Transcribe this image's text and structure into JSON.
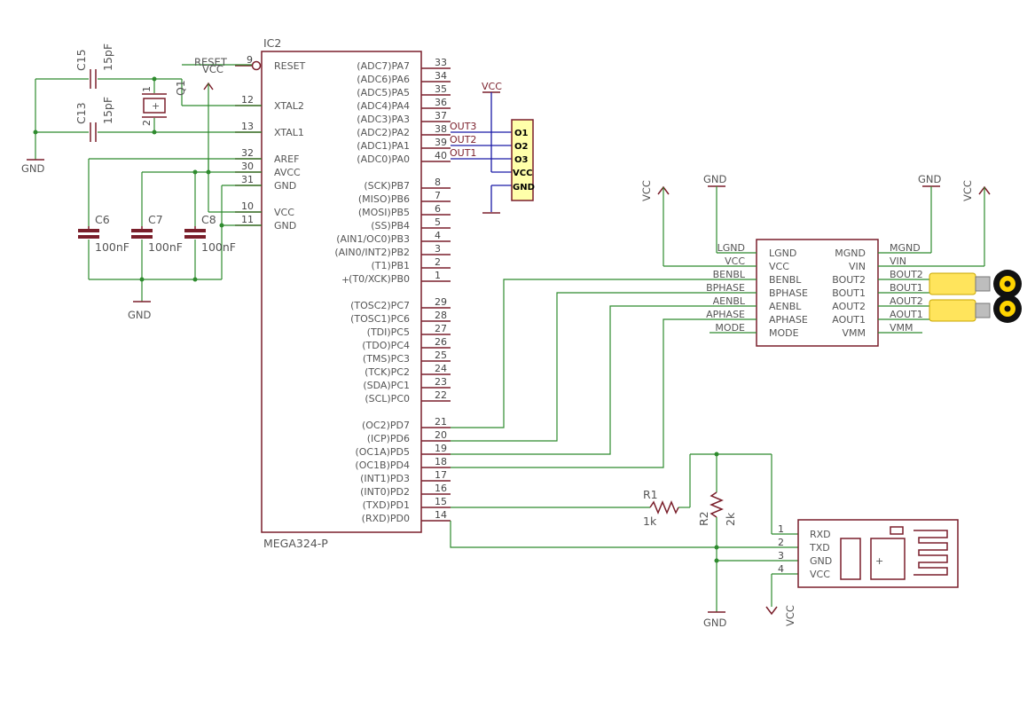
{
  "mcu": {
    "ref": "IC2",
    "part": "MEGA324-P",
    "left_pins": [
      {
        "num": "9",
        "name": "RESET"
      },
      {
        "num": "12",
        "name": "XTAL2"
      },
      {
        "num": "13",
        "name": "XTAL1"
      },
      {
        "num": "32",
        "name": "AREF"
      },
      {
        "num": "30",
        "name": "AVCC"
      },
      {
        "num": "31",
        "name": "GND"
      },
      {
        "num": "10",
        "name": "VCC"
      },
      {
        "num": "11",
        "name": "GND"
      }
    ],
    "right_pins": [
      {
        "num": "33",
        "name": "(ADC7)PA7"
      },
      {
        "num": "34",
        "name": "(ADC6)PA6"
      },
      {
        "num": "35",
        "name": "(ADC5)PA5"
      },
      {
        "num": "36",
        "name": "(ADC4)PA4"
      },
      {
        "num": "37",
        "name": "(ADC3)PA3"
      },
      {
        "num": "38",
        "name": "(ADC2)PA2"
      },
      {
        "num": "39",
        "name": "(ADC1)PA1"
      },
      {
        "num": "40",
        "name": "(ADC0)PA0"
      },
      {
        "num": "8",
        "name": "(SCK)PB7"
      },
      {
        "num": "7",
        "name": "(MISO)PB6"
      },
      {
        "num": "6",
        "name": "(MOSI)PB5"
      },
      {
        "num": "5",
        "name": "(SS)PB4"
      },
      {
        "num": "4",
        "name": "(AIN1/OC0)PB3"
      },
      {
        "num": "3",
        "name": "(AIN0/INT2)PB2"
      },
      {
        "num": "2",
        "name": "(T1)PB1"
      },
      {
        "num": "1",
        "name": "(T0/XCK)PB0"
      },
      {
        "num": "29",
        "name": "(TOSC2)PC7"
      },
      {
        "num": "28",
        "name": "(TOSC1)PC6"
      },
      {
        "num": "27",
        "name": "(TDI)PC5"
      },
      {
        "num": "26",
        "name": "(TDO)PC4"
      },
      {
        "num": "25",
        "name": "(TMS)PC3"
      },
      {
        "num": "24",
        "name": "(TCK)PC2"
      },
      {
        "num": "23",
        "name": "(SDA)PC1"
      },
      {
        "num": "22",
        "name": "(SCL)PC0"
      },
      {
        "num": "21",
        "name": "(OC2)PD7"
      },
      {
        "num": "20",
        "name": "(ICP)PD6"
      },
      {
        "num": "19",
        "name": "(OC1A)PD5"
      },
      {
        "num": "18",
        "name": "(OC1B)PD4"
      },
      {
        "num": "17",
        "name": "(INT1)PD3"
      },
      {
        "num": "16",
        "name": "(INT0)PD2"
      },
      {
        "num": "15",
        "name": "(TXD)PD1"
      },
      {
        "num": "14",
        "name": "(RXD)PD0"
      }
    ]
  },
  "reset_label": "RESET",
  "caps": {
    "c15": {
      "ref": "C15",
      "val": "15pF"
    },
    "c13": {
      "ref": "C13",
      "val": "15pF"
    },
    "c6": {
      "ref": "C6",
      "val": "100nF"
    },
    "c7": {
      "ref": "C7",
      "val": "100nF"
    },
    "c8": {
      "ref": "C8",
      "val": "100nF"
    }
  },
  "crystal": {
    "ref": "Q1",
    "pin1": "1",
    "pin2": "2"
  },
  "header": {
    "pins": [
      "O1",
      "O2",
      "O3",
      "VCC",
      "GND"
    ],
    "nets": [
      "OUT3",
      "OUT2",
      "OUT1"
    ]
  },
  "driver": {
    "left_pins": [
      "LGND",
      "VCC",
      "BENBL",
      "BPHASE",
      "AENBL",
      "APHASE",
      "MODE"
    ],
    "right_pins": [
      "MGND",
      "VIN",
      "BOUT2",
      "BOUT1",
      "AOUT2",
      "AOUT1",
      "VMM"
    ],
    "left_nets": [
      "LGND",
      "VCC",
      "BENBL",
      "BPHASE",
      "AENBL",
      "APHASE",
      "MODE"
    ],
    "right_nets": [
      "MGND",
      "VIN",
      "BOUT2",
      "BOUT1",
      "AOUT2",
      "AOUT1",
      "VMM"
    ]
  },
  "resistors": {
    "r1": {
      "ref": "R1",
      "val": "1k"
    },
    "r2": {
      "ref": "R2",
      "val": "2k"
    }
  },
  "bt": {
    "pins": [
      {
        "num": "1",
        "name": "RXD"
      },
      {
        "num": "2",
        "name": "TXD"
      },
      {
        "num": "3",
        "name": "GND"
      },
      {
        "num": "4",
        "name": "VCC"
      }
    ]
  },
  "supply": {
    "vcc": "VCC",
    "gnd": "GND"
  }
}
